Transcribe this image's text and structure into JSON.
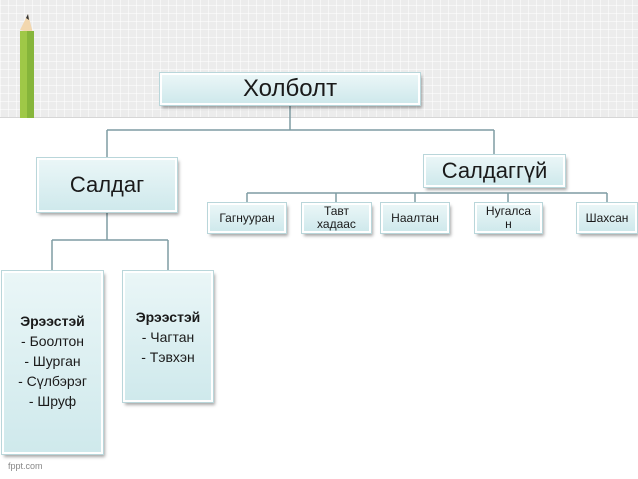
{
  "root": {
    "label": "Холболт"
  },
  "left_branch": {
    "label": "Салдаг",
    "children": [
      {
        "title": "Эрээстэй",
        "items": [
          "- Боолтон",
          "- Шурган",
          "- Сүлбэрэг",
          "- Шруф"
        ]
      },
      {
        "title": "Эрээстэй",
        "items": [
          "- Чагтан",
          "- Тэвхэн"
        ]
      }
    ]
  },
  "right_branch": {
    "label": "Салдаггүй",
    "children": [
      {
        "lines": [
          "Гагнууран"
        ]
      },
      {
        "lines": [
          "Тавт",
          "хадаас"
        ]
      },
      {
        "lines": [
          "Наалтан"
        ]
      },
      {
        "lines": [
          "Нугалса",
          "н"
        ]
      },
      {
        "lines": [
          "Шахсан"
        ]
      }
    ]
  },
  "footer": {
    "text": "fppt.com"
  },
  "colors": {
    "node_fill": "#d9eff1",
    "line": "#7f9ca3"
  }
}
